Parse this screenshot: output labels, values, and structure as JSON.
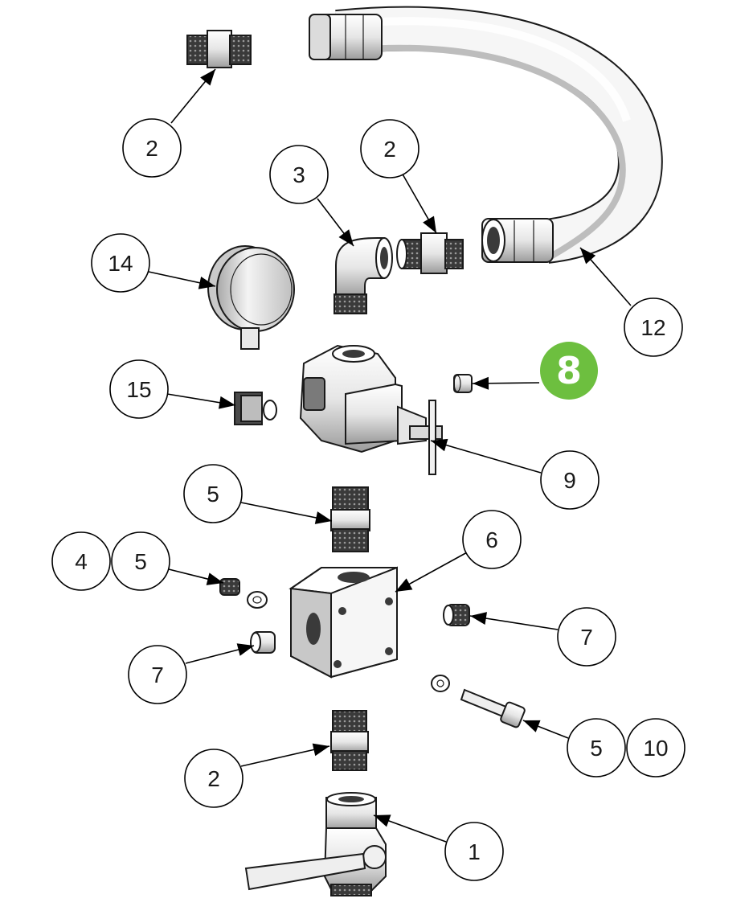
{
  "colors": {
    "highlight": "#6dbf3f",
    "line": "#000000",
    "part_fill": "#f2f2f2",
    "part_shade": "#b8b8b8",
    "thread": "#2a2a2a"
  },
  "callouts": [
    {
      "key": "fitting-top-left",
      "label": "2"
    },
    {
      "key": "elbow",
      "label": "3"
    },
    {
      "key": "fitting-mid",
      "label": "2"
    },
    {
      "key": "hose",
      "label": "12"
    },
    {
      "key": "gauge",
      "label": "14"
    },
    {
      "key": "plug-small",
      "label": "8",
      "highlighted": true
    },
    {
      "key": "fitting-left",
      "label": "15"
    },
    {
      "key": "handle",
      "label": "9"
    },
    {
      "key": "nipple-upper",
      "label": "5"
    },
    {
      "key": "block",
      "label": "6"
    },
    {
      "key": "screw-left-a",
      "label": "4"
    },
    {
      "key": "screw-left-b",
      "label": "5"
    },
    {
      "key": "cap-right",
      "label": "7"
    },
    {
      "key": "cap-left",
      "label": "7"
    },
    {
      "key": "bolt-a",
      "label": "5"
    },
    {
      "key": "bolt-b",
      "label": "10"
    },
    {
      "key": "nipple-lower",
      "label": "2"
    },
    {
      "key": "valve",
      "label": "1"
    }
  ]
}
